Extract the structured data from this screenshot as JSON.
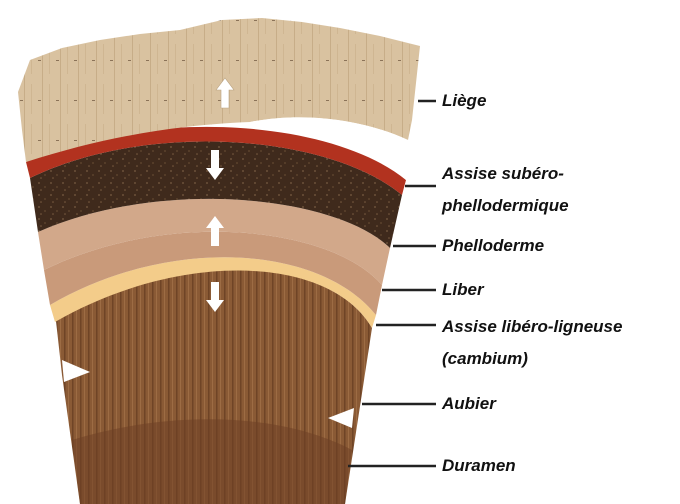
{
  "diagram": {
    "labels": {
      "liege": "Liège",
      "assise_subero_1": "Assise subéro-",
      "assise_subero_2": "phellodermique",
      "phelloderme": "Phelloderme",
      "liber": "Liber",
      "assise_libero_1": "Assise libéro-ligneuse",
      "assise_libero_2": "(cambium)",
      "aubier": "Aubier",
      "duramen": "Duramen"
    },
    "colors": {
      "cork": "#d9c2a0",
      "red_band": "#b2321f",
      "dark_layer": "#3f2a1c",
      "phelloderm": "#d2a88a",
      "liber": "#c99a7a",
      "cambium": "#f3cc8a",
      "sapwood": "#8a5a35",
      "heartwood": "#6e3f24",
      "arrow": "#ffffff",
      "leader": "#222222"
    },
    "arrows": [
      "up-arrow",
      "down-arrow",
      "up-arrow",
      "down-arrow"
    ]
  }
}
